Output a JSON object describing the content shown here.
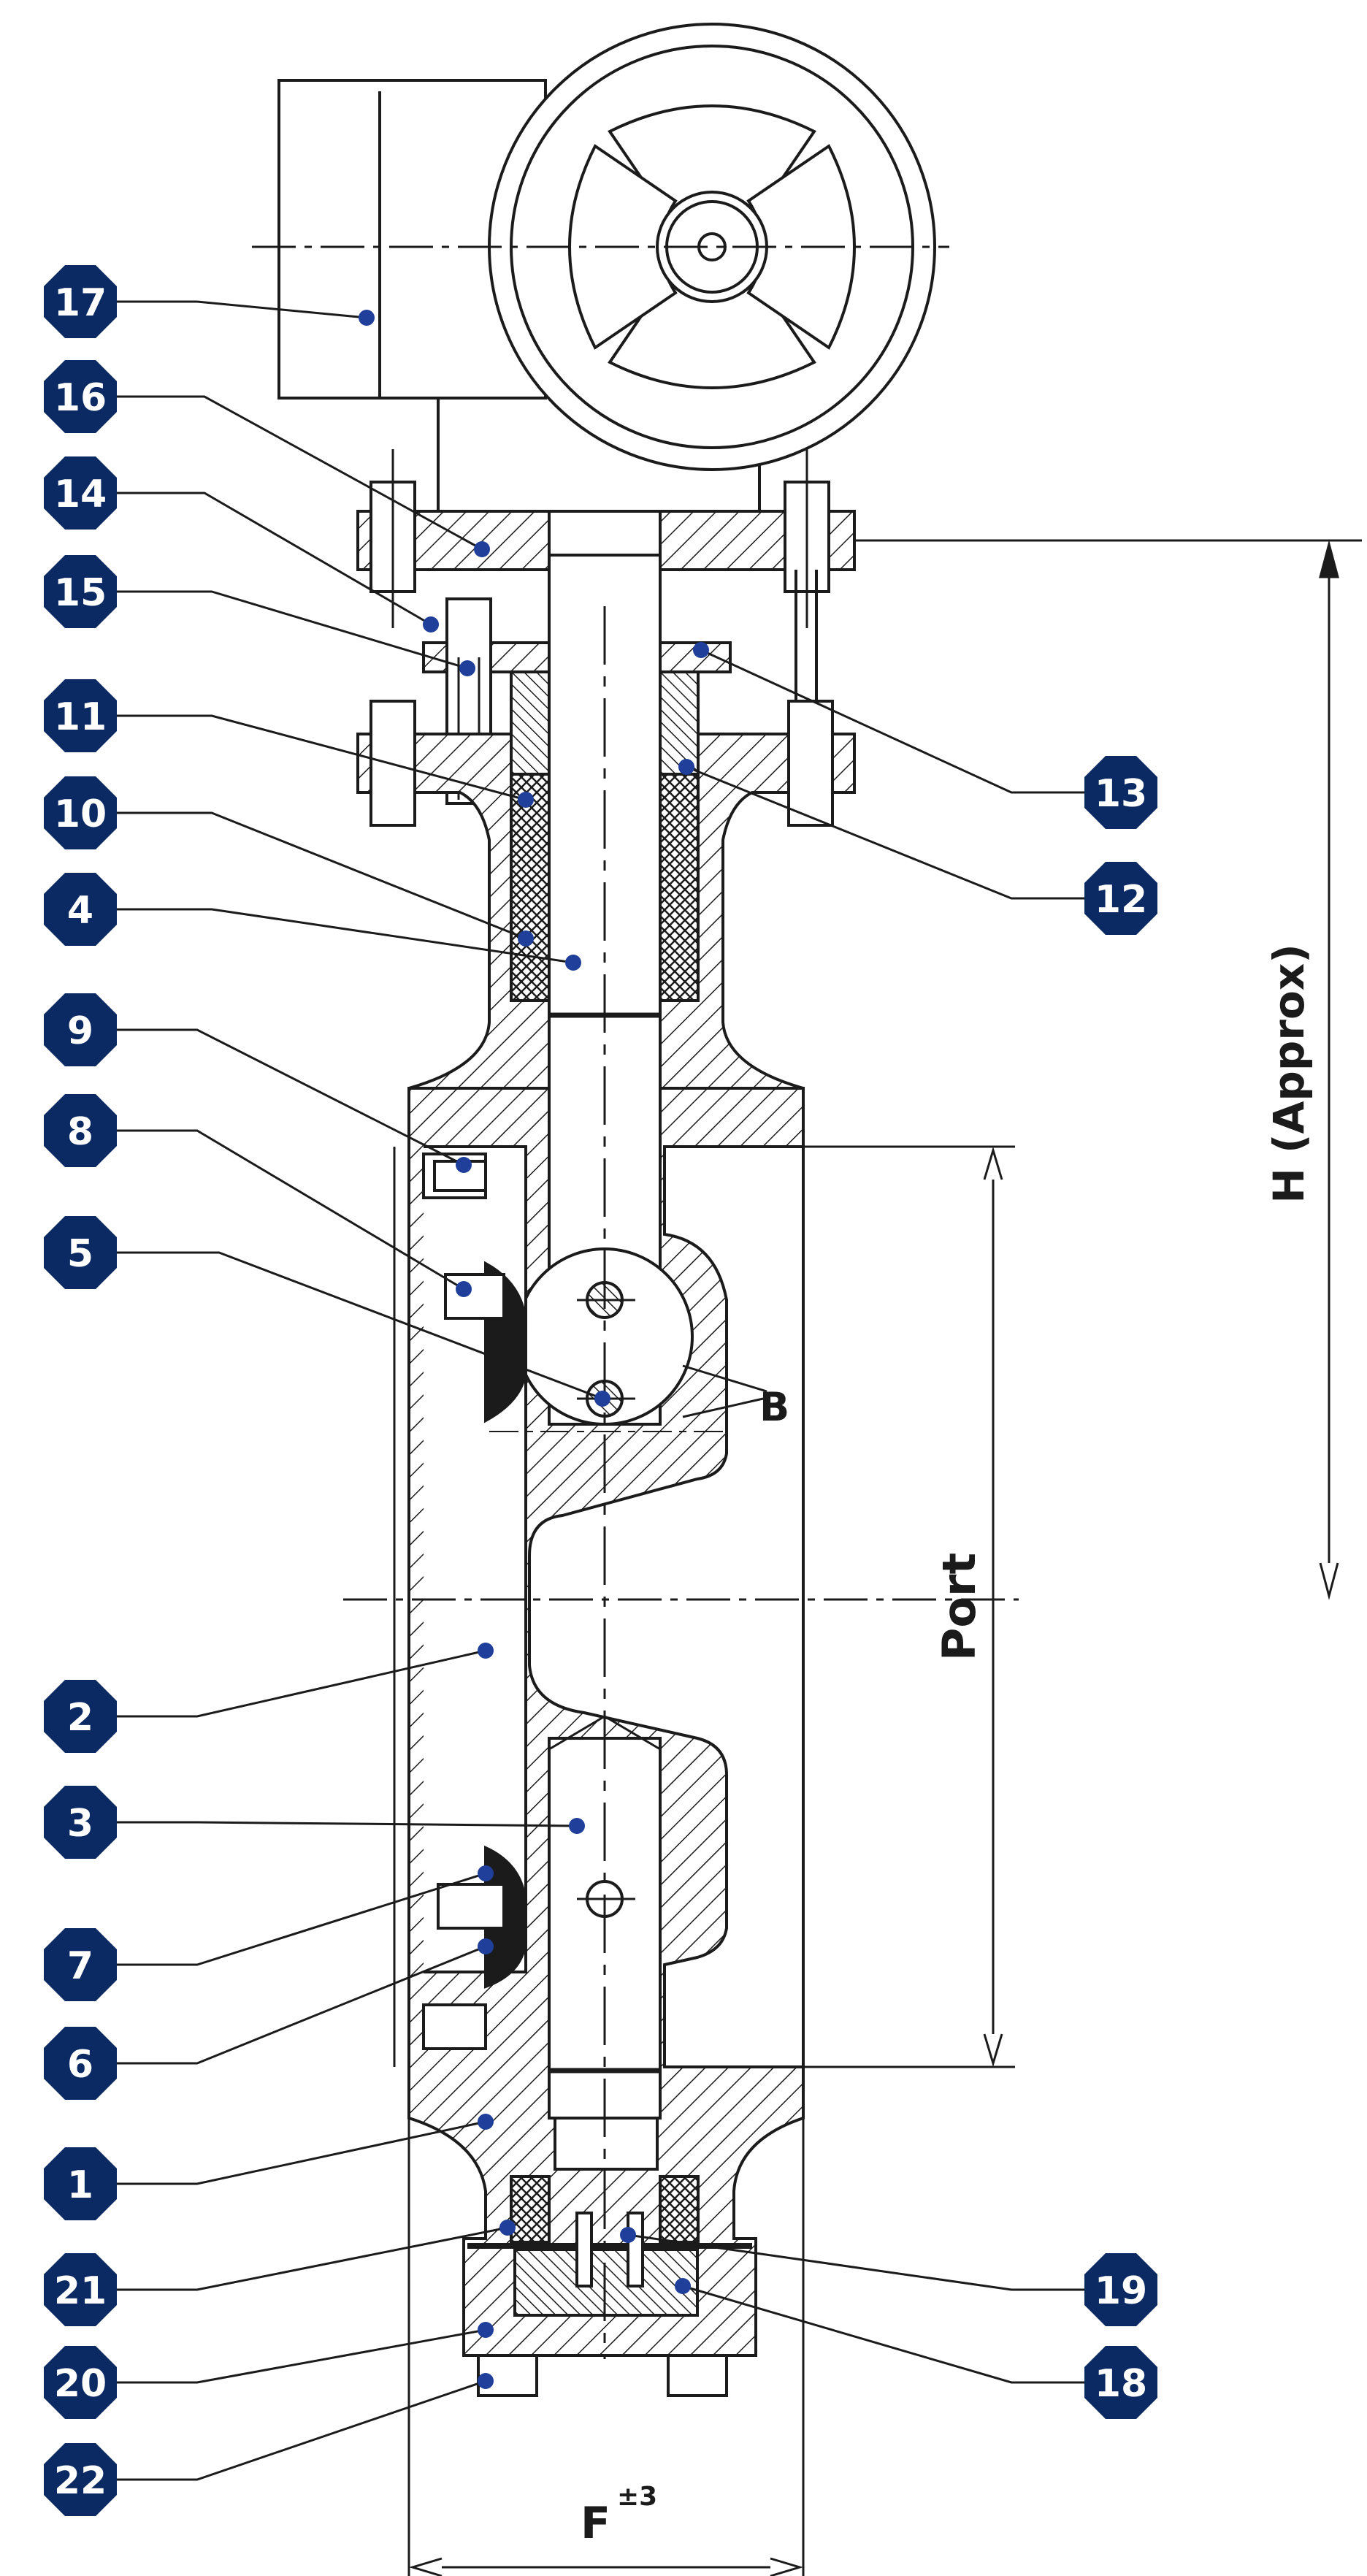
{
  "diagram": {
    "labels": {
      "port": "Port",
      "height": "H (Approx)",
      "face_to_face": "F",
      "face_to_face_tolerance": "±3",
      "section_mark": "B"
    },
    "callouts": [
      {
        "number": "17"
      },
      {
        "number": "16"
      },
      {
        "number": "14"
      },
      {
        "number": "15"
      },
      {
        "number": "11"
      },
      {
        "number": "10"
      },
      {
        "number": "4"
      },
      {
        "number": "9"
      },
      {
        "number": "8"
      },
      {
        "number": "5"
      },
      {
        "number": "2"
      },
      {
        "number": "3"
      },
      {
        "number": "7"
      },
      {
        "number": "6"
      },
      {
        "number": "1"
      },
      {
        "number": "21"
      },
      {
        "number": "20"
      },
      {
        "number": "22"
      },
      {
        "number": "13"
      },
      {
        "number": "12"
      },
      {
        "number": "19"
      },
      {
        "number": "18"
      }
    ],
    "colors": {
      "badge": "#0b2a63",
      "line": "#1b1b1b",
      "hatch": "#1b1b1b",
      "dot": "#1f3f9a",
      "background": "#ffffff"
    }
  }
}
